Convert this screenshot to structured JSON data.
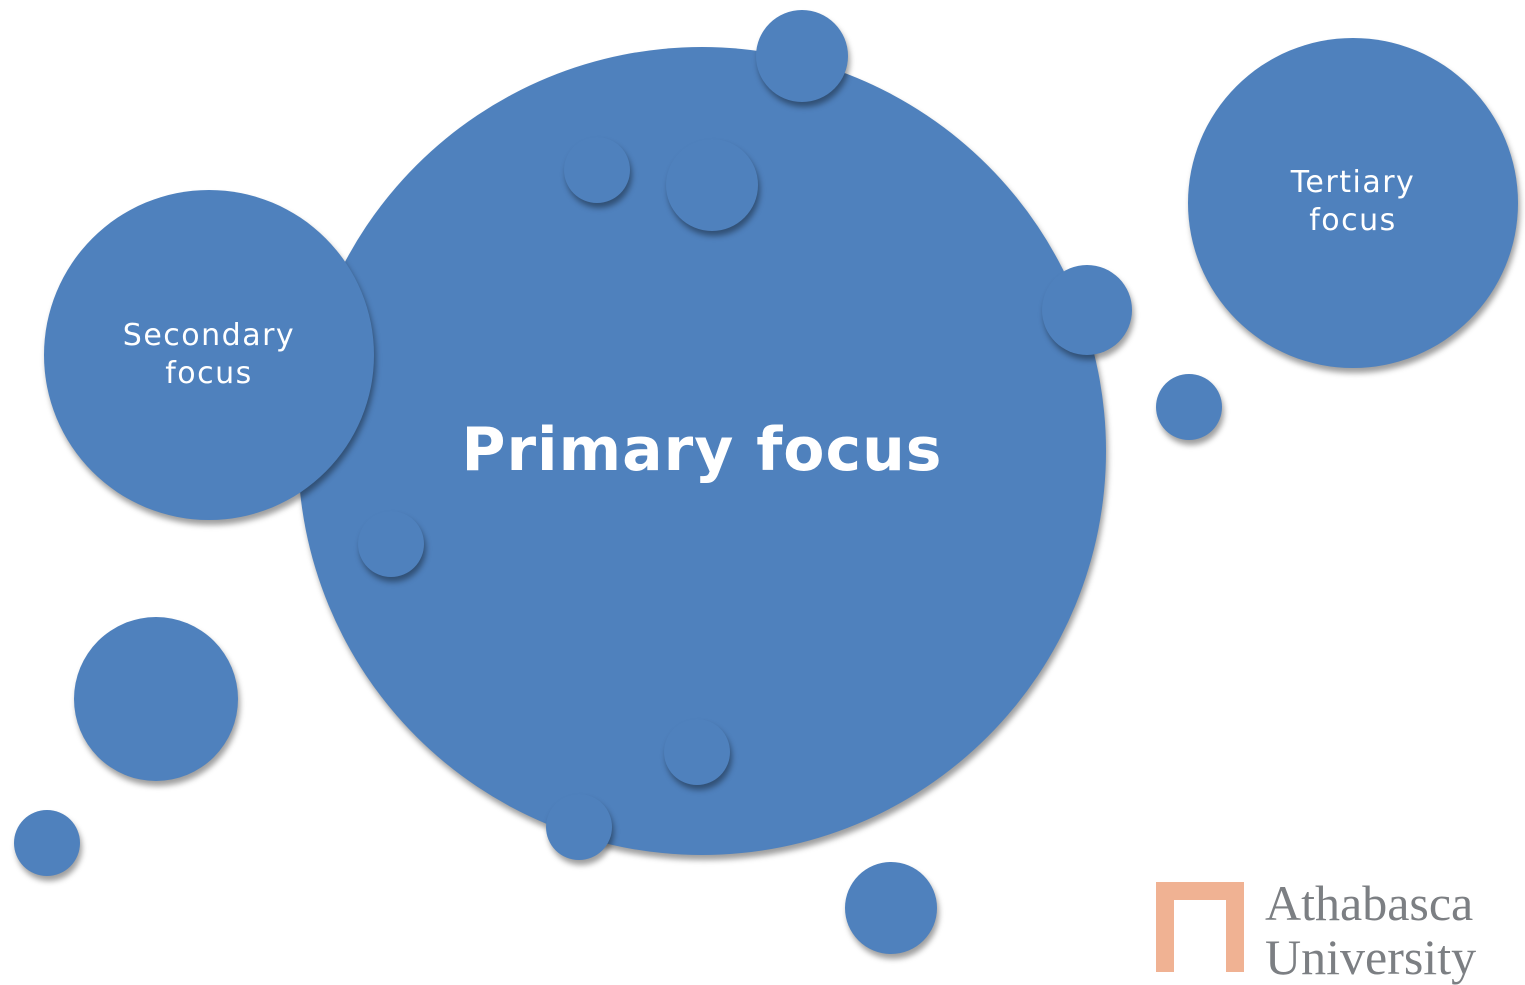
{
  "theme": {
    "bubble_color": "#4f81bd",
    "logo_accent": "#f0b293",
    "logo_text_color": "#7c7f83"
  },
  "bubbles": {
    "primary": {
      "label": "Primary focus"
    },
    "secondary": {
      "label_line1": "Secondary",
      "label_line2": "focus"
    },
    "tertiary": {
      "label_line1": "Tertiary",
      "label_line2": "focus"
    }
  },
  "logo": {
    "line1": "Athabasca",
    "line2": "University"
  }
}
